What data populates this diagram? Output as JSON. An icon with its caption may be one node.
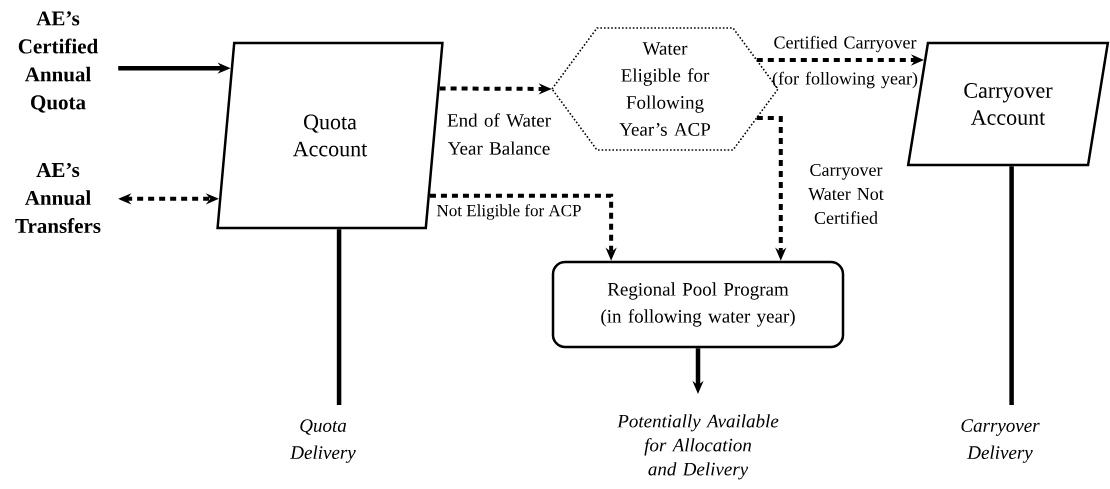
{
  "diagram": {
    "nodes": [
      {
        "text": [
          "AE’s Certified Annual Quota"
        ]
      },
      {
        "text": [
          "AE’s Annual Transfers"
        ]
      },
      {
        "text": [
          "Quota Account"
        ]
      },
      {
        "text": [
          "Water Eligible for Following Year’s ACP"
        ]
      },
      {
        "text": [
          "Carryover Account"
        ]
      },
      {
        "text": [
          "Regional Pool Program (in following water year)"
        ]
      },
      {
        "text": [
          "Quota Delivery"
        ]
      },
      {
        "text": [
          "Potentially Available for Allocation and Delivery"
        ]
      },
      {
        "text": [
          "Carryover Delivery"
        ]
      }
    ],
    "edges": [
      {
        "from": 0,
        "to": 2,
        "arrow": "to"
      },
      {
        "from": 1,
        "to": 2,
        "arrow": "both",
        "style": "dashed"
      },
      {
        "from": 2,
        "to": 3,
        "arrow": "to",
        "style": "dashed",
        "label": "End of Water Year Balance"
      },
      {
        "from": 2,
        "to": 5,
        "arrow": "to",
        "style": "dashed",
        "label": "Not Eligible for ACP"
      },
      {
        "from": 3,
        "to": 4,
        "arrow": "to",
        "style": "dashed",
        "label": "Certified Carryover (for following year)"
      },
      {
        "from": 3,
        "to": 5,
        "arrow": "to",
        "style": "dashed",
        "label": "Carryover Water Not Certified"
      },
      {
        "from": 2,
        "to": 6,
        "arrow": "none"
      },
      {
        "from": 5,
        "to": 7,
        "arrow": "to"
      },
      {
        "from": 4,
        "to": 8,
        "arrow": "none"
      }
    ]
  }
}
